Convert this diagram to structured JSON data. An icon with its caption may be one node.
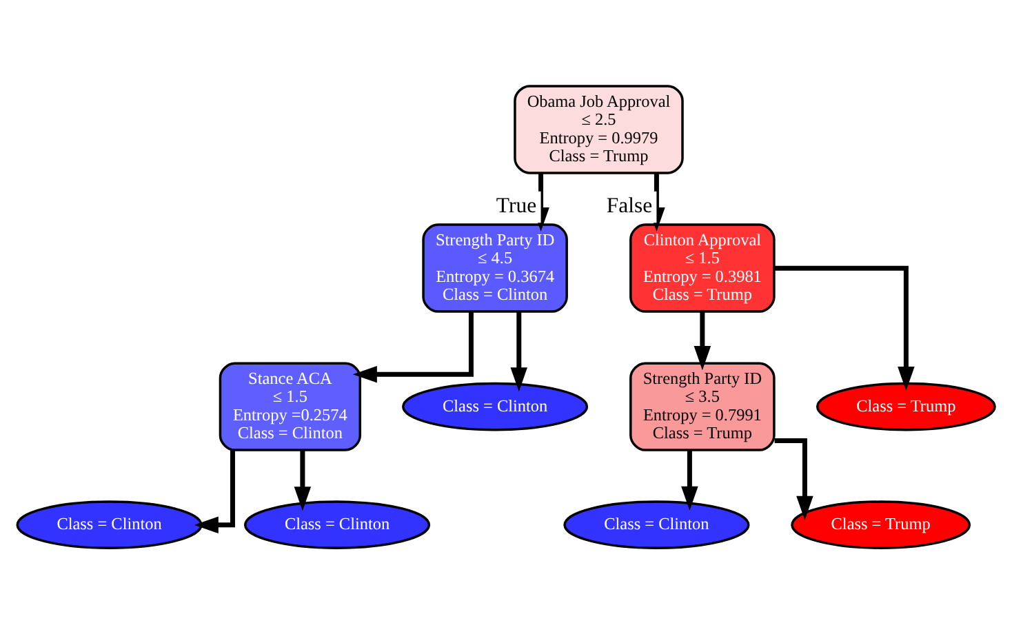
{
  "diagram": {
    "nodes": [
      {
        "text": [
          "Obama Job Approval",
          "≤ 2.5",
          "Entropy = 0.9979",
          "Class = Trump"
        ]
      },
      {
        "text": [
          "Strength Party ID",
          "≤ 4.5",
          "Entropy = 0.3674",
          "Class = Clinton"
        ]
      },
      {
        "text": [
          "Clinton Approval",
          "≤ 1.5",
          "Entropy = 0.3981",
          "Class = Trump"
        ]
      },
      {
        "text": [
          "Stance ACA",
          "≤ 1.5",
          "Entropy =0.2574",
          "Class = Clinton"
        ]
      },
      {
        "text": [
          "Class = Clinton"
        ]
      },
      {
        "text": [
          "Strength Party ID",
          "≤ 3.5",
          "Entropy = 0.7991",
          "Class = Trump"
        ]
      },
      {
        "text": [
          "Class = Trump"
        ]
      },
      {
        "text": [
          "Class = Clinton"
        ]
      },
      {
        "text": [
          "Class = Clinton"
        ]
      },
      {
        "text": [
          "Class = Clinton"
        ]
      },
      {
        "text": [
          "Class = Trump"
        ]
      }
    ],
    "edges": [
      {
        "from": 0,
        "to": 1,
        "arrow": "to",
        "label": "True"
      },
      {
        "from": 0,
        "to": 2,
        "arrow": "to",
        "label": "False"
      },
      {
        "from": 1,
        "to": 3,
        "arrow": "to"
      },
      {
        "from": 1,
        "to": 4,
        "arrow": "to"
      },
      {
        "from": 2,
        "to": 5,
        "arrow": "to"
      },
      {
        "from": 2,
        "to": 6,
        "arrow": "to"
      },
      {
        "from": 3,
        "to": 7,
        "arrow": "to"
      },
      {
        "from": 3,
        "to": 8,
        "arrow": "to"
      },
      {
        "from": 5,
        "to": 9,
        "arrow": "to"
      },
      {
        "from": 5,
        "to": 10,
        "arrow": "to"
      }
    ]
  }
}
